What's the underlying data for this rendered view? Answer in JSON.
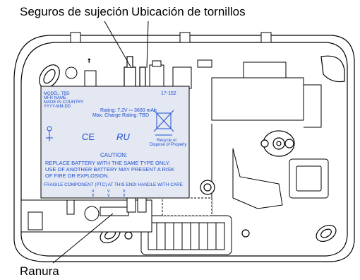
{
  "callouts": {
    "clips": "Seguros de sujeción",
    "screws": "Ubicación de tornillos",
    "slot": "Ranura"
  },
  "label": {
    "model_lines": [
      "MODEL: TBD",
      "MFR NAME",
      "MADE IN COUNTRY",
      "YYYY-MM-DD"
    ],
    "part_number": "17-152",
    "rating_line1": "Rating: 7.2V ⎓ 3600 mAh",
    "rating_line2": "Max. Charge Rating: TBD",
    "recycle_line1": "Recycle or",
    "recycle_line2": "Dispose of Properly",
    "caution_title": "CAUTION:",
    "caution_lines": [
      "REPLACE BATTERY WITH THE SAME TYPE ONLY.",
      "USE OF ANOTHER BATTERY MAY PRESENT A RISK",
      "OF FIRE OR EXPLOSION."
    ],
    "fragile": "FRAGILE COMPONENT (PTC) AT THIS END! HANDLE WITH CARE",
    "ce_mark": "CE",
    "ru_mark": "RU"
  },
  "colors": {
    "label_text": "#1f4fd1",
    "label_bg": "#e4e8f3",
    "line": "#000000"
  }
}
